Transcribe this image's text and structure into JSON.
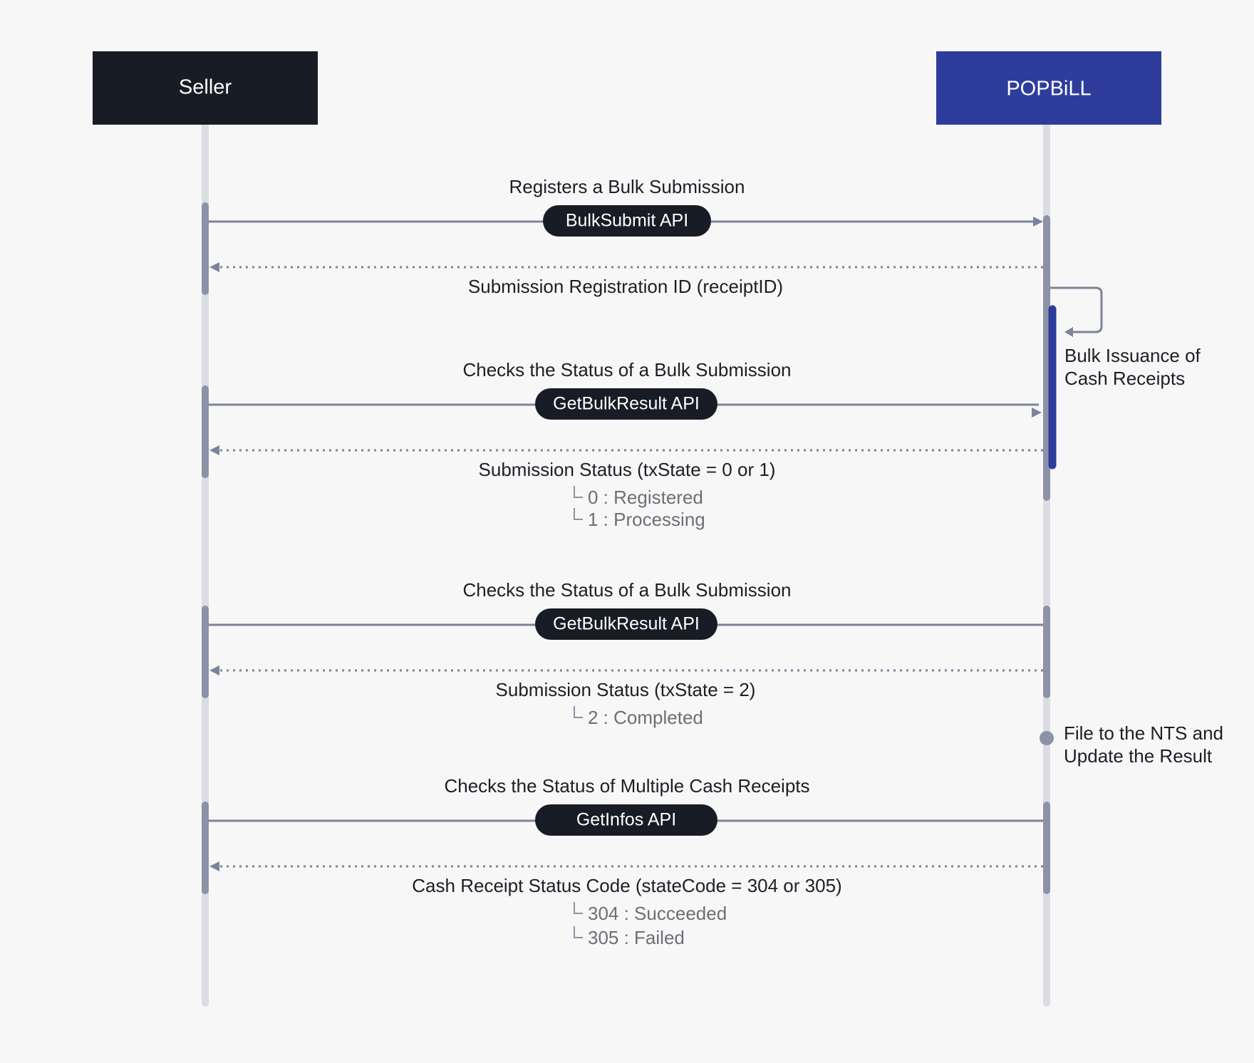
{
  "actors": {
    "seller": "Seller",
    "popbill": "POPBiLL"
  },
  "colors": {
    "seller_box": "#181c24",
    "popbill_box": "#2e3d9c",
    "lifeline": "#dcdde3",
    "activation": "#8c92a8",
    "popbill_activation": "#2e3d9c",
    "arrow": "#7d839a",
    "pill": "#181c24"
  },
  "messages": [
    {
      "label": "Registers a Bulk Submission",
      "api": "BulkSubmit API",
      "return_label": "Submission Registration ID (receiptID)",
      "sub_items": []
    },
    {
      "label": "Checks the Status of  a Bulk Submission",
      "api": "GetBulkResult API",
      "return_label": "Submission Status (txState = 0 or 1)",
      "sub_items": [
        "0 : Registered",
        "1 : Processing"
      ]
    },
    {
      "label": "Checks the Status of a Bulk Submission",
      "api": "GetBulkResult API",
      "return_label": "Submission Status (txState = 2)",
      "sub_items": [
        "2 : Completed"
      ]
    },
    {
      "label": "Checks the Status of Multiple Cash Receipts",
      "api": "GetInfos API",
      "return_label": "Cash Receipt Status Code (stateCode = 304 or 305)",
      "sub_items": [
        "304 : Succeeded",
        "305 : Failed"
      ]
    }
  ],
  "notes": {
    "bulk_issuance": [
      "Bulk Issuance of",
      "Cash Receipts"
    ],
    "file_nts": [
      "File to the NTS and",
      "Update the Result"
    ]
  }
}
